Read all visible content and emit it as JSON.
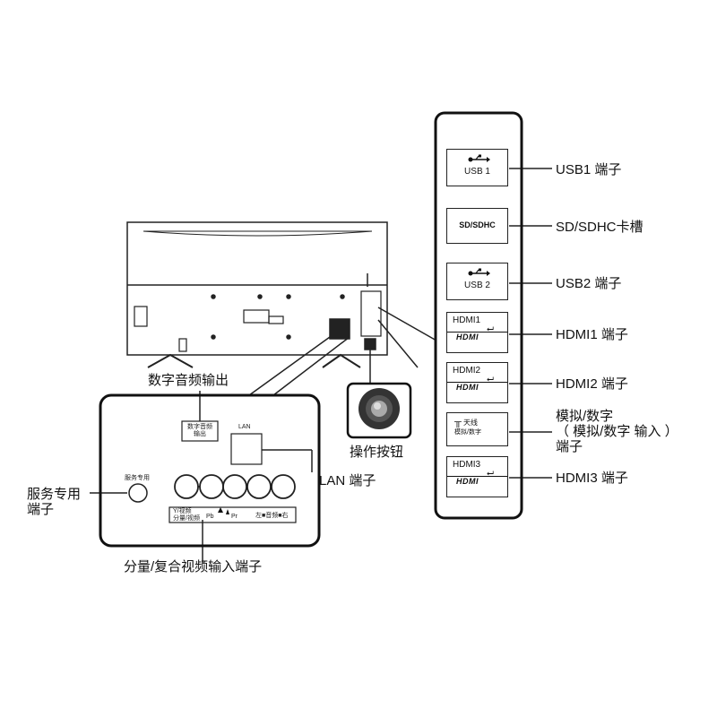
{
  "labels": {
    "digital_audio_out": "数字音频输出",
    "operation_button": "操作按钮",
    "lan_port": "LAN 端子",
    "service_port_line1": "服务专用",
    "service_port_line2": "端子",
    "component_composite": "分量/复合视频输入端子",
    "usb1_port": "USB1 端子",
    "sdhc_slot": "SD/SDHC卡槽",
    "usb2_port": "USB2 端子",
    "hdmi1_port": "HDMI1 端子",
    "hdmi2_port": "HDMI2 端子",
    "analog_digital_line1": "模拟/数字",
    "analog_digital_line2": "（ 模拟/数字 输入 ）",
    "analog_digital_line3": "端子",
    "hdmi3_port": "HDMI3 端子"
  },
  "panel_small": {
    "digital_audio_box": "数字音频\n输出",
    "lan": "LAN",
    "service_text": "服务专用",
    "video_text": "Y/视频\n分量/视频",
    "pb": "Pb",
    "pr": "Pr",
    "audio_lr": "左■音频■右"
  },
  "side_ports": {
    "usb1": "USB 1",
    "sdhc": "SD/SDHC",
    "usb2": "USB 2",
    "hdmi1": "HDMI1",
    "hdmi2": "HDMI2",
    "antenna_top": "天线",
    "antenna_bottom": "模拟/数字",
    "hdmi3": "HDMI3",
    "hdmi_logo": "HDMI"
  },
  "icons": [
    "usb-icon",
    "antenna-icon",
    "hdmi-arrow-icon",
    "knob-icon"
  ]
}
